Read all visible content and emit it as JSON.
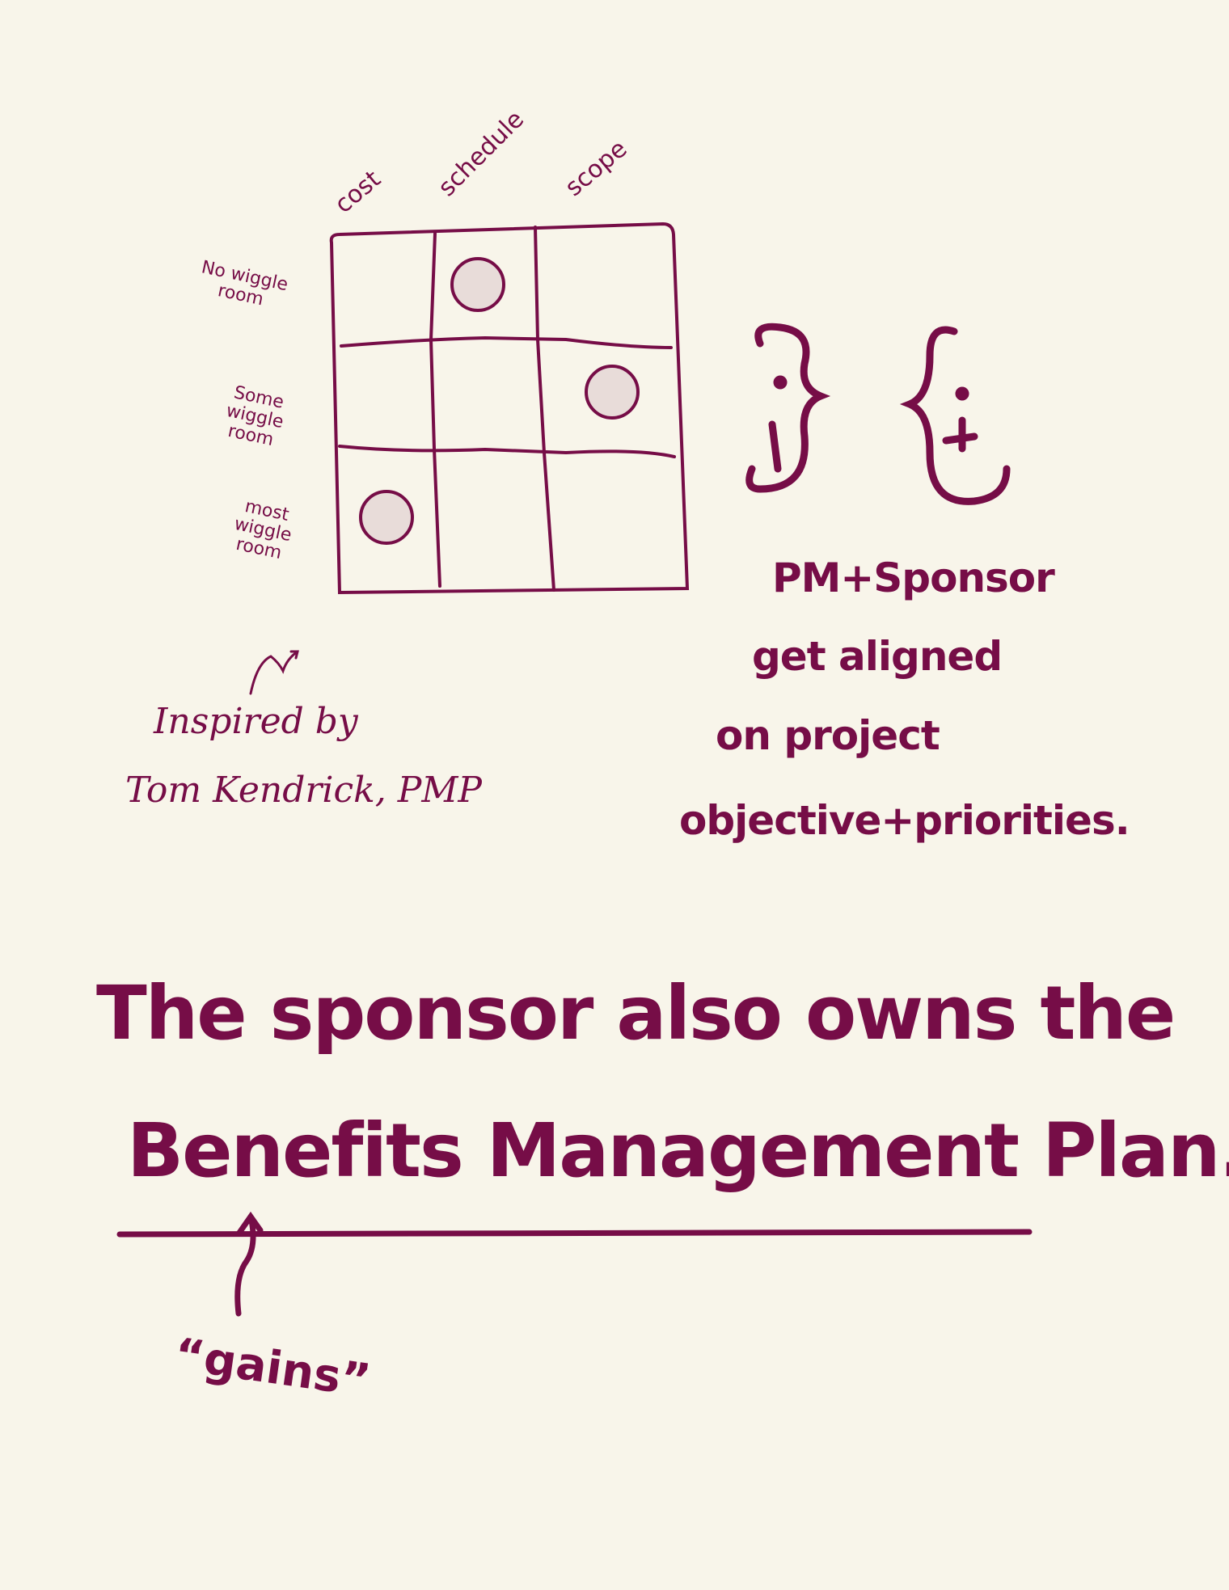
{
  "colors": {
    "ink": "#760d47",
    "background": "#f8f5ea",
    "marker_fill": "#e8dcd9"
  },
  "matrix": {
    "columns": [
      "cost",
      "schedule",
      "scope"
    ],
    "rows": [
      "No wiggle room",
      "Some wiggle room",
      "most wiggle room"
    ],
    "markers": [
      {
        "column": "schedule",
        "row": "No wiggle room"
      },
      {
        "column": "scope",
        "row": "Some wiggle room"
      },
      {
        "column": "cost",
        "row": "most wiggle room"
      }
    ]
  },
  "faces": [
    "smiley-face-icon",
    "smiley-face-icon"
  ],
  "alignment_note": [
    "PM+Sponsor",
    "get aligned",
    "on project",
    "objective+priorities."
  ],
  "credit": [
    "Inspired by",
    "Tom Kendrick, PMP"
  ],
  "statement": {
    "line1": "The sponsor also owns the",
    "line2": "Benefits Management Plan."
  },
  "annotation": "“gains”"
}
